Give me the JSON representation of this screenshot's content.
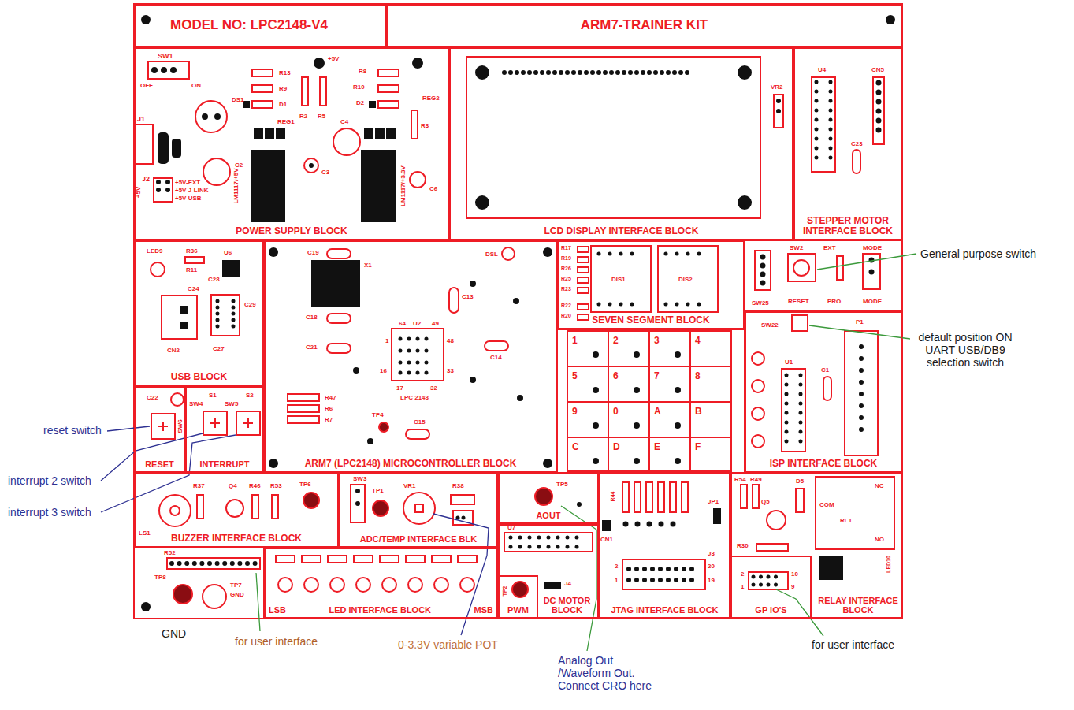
{
  "diagram": {
    "nodes": [
      {
        "text": [
          "MODEL NO: LPC2148-V4"
        ]
      },
      {
        "text": [
          "ARM7-TRAINER KIT"
        ]
      },
      {
        "text": [
          "POWER SUPPLY BLOCK"
        ]
      },
      {
        "text": [
          "LCD DISPLAY INTERFACE BLOCK"
        ]
      },
      {
        "text": [
          "STEPPER MOTOR INTERFACE BLOCK"
        ]
      },
      {
        "text": [
          "USB BLOCK"
        ]
      },
      {
        "text": [
          "ARM7 (LPC2148) MICROCONTROLLER BLOCK"
        ]
      },
      {
        "text": [
          "SEVEN SEGMENT BLOCK"
        ]
      },
      {
        "text": [
          "ISP INTERFACE BLOCK"
        ]
      },
      {
        "text": [
          "RESET"
        ]
      },
      {
        "text": [
          "INTERRUPT"
        ]
      },
      {
        "text": [
          "BUZZER INTERFACE BLOCK"
        ]
      },
      {
        "text": [
          "ADC/TEMP INTERFACE BLK"
        ]
      },
      {
        "text": [
          "AOUT"
        ]
      },
      {
        "text": [
          "JTAG INTERFACE BLOCK"
        ]
      },
      {
        "text": [
          "RELAY INTERFACE BLOCK"
        ]
      },
      {
        "text": [
          "GP IO'S"
        ],
        "in": 15
      },
      {
        "text": [
          "LSB",
          "LED INTERFACE BLOCK",
          "MSB"
        ]
      },
      {
        "text": [
          "DC MOTOR BLOCK"
        ]
      },
      {
        "text": [
          "PWM"
        ],
        "in": 18
      }
    ],
    "labels": [
      "SW1",
      "OFF",
      "ON",
      "J1",
      "DS1",
      "J2",
      "+5V-EXT",
      "+5V-J-LINK",
      "+5V-USB",
      "+5V",
      "C2",
      "R13",
      "R9",
      "D1",
      "R2",
      "R5",
      "+5V",
      "R8",
      "R10",
      "D2",
      "R3",
      "C4",
      "C3",
      "C6",
      "REG1",
      "REG2",
      "LM1117/+5V",
      "LM1117/+3.3V",
      "VR2",
      "U4",
      "CN5",
      "C23",
      "LED9",
      "R36",
      "U6",
      "R11",
      "C28",
      "C29",
      "C24",
      "CN2",
      "C27",
      "C19",
      "X1",
      "DSL",
      "C13",
      "C18",
      "C14",
      "C21",
      "C15",
      "64",
      "U2",
      "49",
      "1",
      "48",
      "16",
      "33",
      "17",
      "32",
      "LPC 2148",
      "TP4",
      "R47",
      "R6",
      "R7",
      "R17",
      "R19",
      "R26",
      "R25",
      "R23",
      "R22",
      "R20",
      "DIS1",
      "DIS2",
      "SW25",
      "SW2",
      "EXT",
      "MODE",
      "RESET",
      "PRO",
      "MODE",
      "1",
      "2",
      "3",
      "4",
      "5",
      "6",
      "7",
      "8",
      "9",
      "0",
      "A",
      "B",
      "C",
      "D",
      "E",
      "F",
      "SW22",
      "U1",
      "P1",
      "C1",
      "C22",
      "SW6",
      "S1",
      "S2",
      "SW4",
      "SW5",
      "LS1",
      "R37",
      "Q4",
      "R46",
      "R53",
      "TP6",
      "SW3",
      "VR1",
      "TP1",
      "R38",
      "TP5",
      "U7",
      "J4",
      "TP2",
      "R44",
      "CN1",
      "JP1",
      "J3",
      "2",
      "20",
      "1",
      "19",
      "R54",
      "R49",
      "D5",
      "Q5",
      "R30",
      "COM",
      "NC",
      "NO",
      "RL1",
      "LED10",
      "2",
      "10",
      "1",
      "9",
      "R52",
      "TP8",
      "TP7",
      "GND",
      "General purpose switch",
      "default position ON UART USB/DB9 selection switch",
      "reset switch",
      "interrupt 2 switch",
      "interrupt 3 switch",
      "GND",
      "for user interface",
      "0-3.3V variable POT",
      "Analog Out /Waveform Out. Connect CRO here",
      "for user interface"
    ]
  }
}
